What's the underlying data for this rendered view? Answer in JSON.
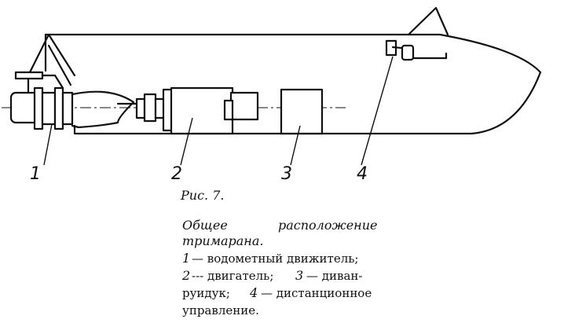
{
  "figure": {
    "label": "Рис. 7.",
    "callouts": [
      "1",
      "2",
      "3",
      "4"
    ],
    "caption": {
      "title_line1_a": "Общее",
      "title_line1_b": "расположение",
      "title_line2": "тримарана.",
      "item1_num": "1",
      "item1_text": "— водометный движитель;",
      "item2_num": "2",
      "item2_text": "--- двигатель;",
      "item3_num": "3",
      "item3_text": "— диван-",
      "item3_text_cont": "руидук;",
      "item4_num": "4",
      "item4_text": "— дистанционное",
      "item4_text_cont": "управление."
    }
  }
}
